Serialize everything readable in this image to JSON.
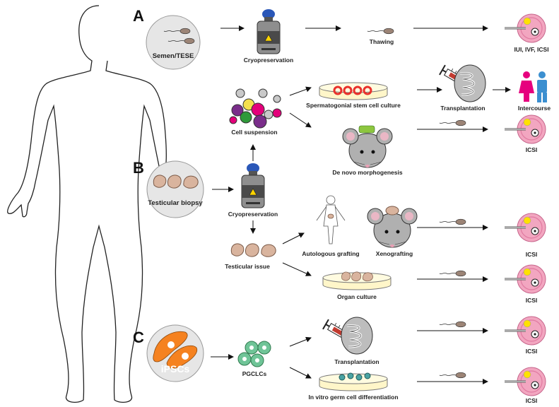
{
  "section_letters": {
    "a": "A",
    "b": "B",
    "c": "C"
  },
  "circles": {
    "semen": "Semen/TESE",
    "biopsy": "Testicular biopsy",
    "ipsc": "iPSCs"
  },
  "labels": {
    "cryo_a": "Cryopreservation",
    "thawing": "Thawing",
    "iui": "IUI, IVF, ICSI",
    "ssc_culture": "Spermatogonial stem cell culture",
    "transplantation_b": "Transplantation",
    "intercourse": "Intercourse",
    "cell_suspension": "Cell suspension",
    "de_novo": "De novo morphogenesis",
    "icsi_1": "ICSI",
    "cryo_b": "Cryopreservation",
    "testicular_issue": "Testicular issue",
    "autologous": "Autologous grafting",
    "xenografting": "Xenografting",
    "icsi_2": "ICSI",
    "organ_culture": "Organ culture",
    "icsi_3": "ICSI",
    "pgclcs": "PGCLCs",
    "transplantation_c": "Transplantation",
    "icsi_4": "ICSI",
    "in_vitro": "In vitro germ cell differentiation",
    "icsi_5": "ICSI"
  },
  "colors": {
    "egg": "#f2a6c0",
    "egg_ring": "#e07aa0",
    "yolk": "#ffe100",
    "tissue": "#d9b49e",
    "sperm_head": "#9c8476",
    "ipsc_bg": "#f58220",
    "pgclc": "#6fc497",
    "dish_red": "#e8302b",
    "female": "#e6007e",
    "male": "#3b8fd0",
    "grey_circle": "#e6e6e6",
    "mouse": "#b0b0b0"
  }
}
